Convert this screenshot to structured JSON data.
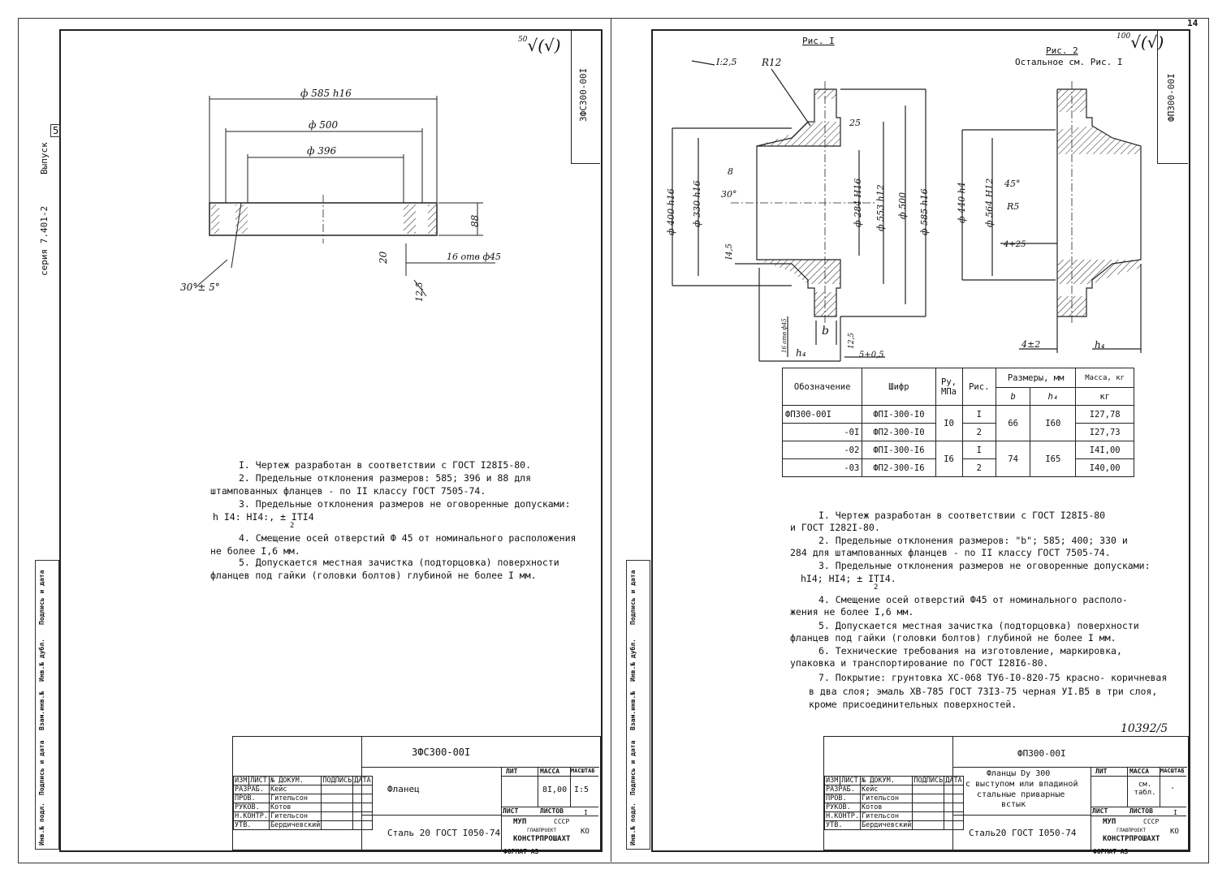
{
  "corner_number": "14",
  "left_margin": {
    "series": "серия 7.401-2",
    "issue_label": "Выпуск",
    "issue_number": "5",
    "stamp_fields": [
      "Инв.№ подл.",
      "Подпись и дата",
      "Взам.инв.№",
      "Инв.№ дубл.",
      "Подпись и дата"
    ]
  },
  "sheet1": {
    "side_code": "3ФС300-00I",
    "roughness": "50",
    "dims": {
      "d_outer": "ф 585 h16",
      "d_mid": "ф 500",
      "d_inner": "ф 396",
      "height": "88",
      "bevel": "20",
      "chamfer_angle": "30°± 5°",
      "holes": "16 отв ф45",
      "rad": "12,5"
    },
    "notes": [
      "I. Чертеж разработан в соответствии с ГОСТ I28I5-80.",
      "2. Предельные отклонения размеров: 585; 396 и 88 для",
      "штампованных фланцев - по II классу ГОСТ 7505-74.",
      "3. Предельные отклонения размеров не оговоренные допусками:",
      "h I4: HI4:, ± IТI4",
      "2",
      "4. Смещение осей отверстий Ф 45 от номинального расположения",
      "не более I,6 мм.",
      "5. Допускается местная зачистка (подторцовка) поверхности",
      "фланцев под гайки (головки болтов) глубиной не более I мм."
    ],
    "title_block": {
      "designation": "3ФС300-00I",
      "name": "Фланец",
      "material": "Сталь 20 ГОСТ I050-74",
      "mass": "8I,00",
      "scale": "I:5",
      "headers": {
        "lit": "ЛИТ",
        "mass": "МАССА",
        "scale": "МАСШТАБ",
        "sheet": "ЛИСТ",
        "sheets": "ЛИСТОВ",
        "sheets_count": "I"
      },
      "org": [
        "МУП",
        "СССР",
        "ГЛАВПРОЕКТ",
        "КОНСТРПРОШАХТ"
      ],
      "org_code": "КО",
      "format": "ФОРМАТ А3",
      "staff_headers": [
        "ИЗМ",
        "ЛИСТ",
        "№ ДОКУМ.",
        "ПОДПИСЬ",
        "ДАТА"
      ],
      "staff": [
        {
          "role": "РАЗРАБ.",
          "name": "Кейс"
        },
        {
          "role": "ПРОВ.",
          "name": "Гительсон"
        },
        {
          "role": "РУКОВ.",
          "name": "Котов"
        },
        {
          "role": "Н.КОНТР.",
          "name": "Гительсон"
        },
        {
          "role": "УТВ.",
          "name": "Бердичевский"
        }
      ]
    }
  },
  "sheet2": {
    "side_code": "ФП300-00I",
    "roughness": "100",
    "fig1_title": "Рис. I",
    "fig2_title": "Рис. 2",
    "fig2_subtitle": "Остальное см. Рис. I",
    "fig1_dims": [
      "I:2,5",
      "R12",
      "25",
      "ф 400 h16",
      "ф 330 h16",
      "8",
      "30°",
      "ф 284 H16",
      "ф 553 h12",
      "ф 500",
      "ф 585 h16",
      "I4,5",
      "16 отв ф45",
      "b",
      "h₄",
      "12,5",
      "5+0,5"
    ],
    "fig2_dims": [
      "ф 440 h4",
      "ф 564 H12",
      "45°",
      "R5",
      "4+25",
      "4±2",
      "h₄"
    ],
    "table": {
      "headers": [
        "Обозначение",
        "Шифр",
        "Pу, МПа",
        "Рис.",
        "Размеры, мм",
        "Масса, кг"
      ],
      "subheaders": [
        "b",
        "h₄"
      ],
      "mass_unit": "кг",
      "rows": [
        [
          "ФП300-00I",
          "ФПI-300-I0",
          "I0",
          "I",
          "66",
          "I60",
          "I27,78"
        ],
        [
          "-0I",
          "ФП2-300-I0",
          "",
          "2",
          "",
          "",
          "I27,73"
        ],
        [
          "-02",
          "ФПI-300-I6",
          "I6",
          "I",
          "74",
          "I65",
          "I4I,00"
        ],
        [
          "-03",
          "ФП2-300-I6",
          "",
          "2",
          "",
          "",
          "I40,00"
        ]
      ]
    },
    "notes": [
      "I. Чертеж разработан в соответствии с ГОСТ I28I5-80",
      "и ГОСТ I282I-80.",
      "2. Предельные отклонения размеров: \"b\"; 585; 400; 330 и",
      "284 для штампованных фланцев - по II классу ГОСТ 7505-74.",
      "3. Предельные отклонения размеров не оговоренные допусками:",
      "hI4; HI4; ± IТI4.",
      "2",
      "4. Смещение осей отверстий Ф45 от номинального располо-",
      "жения не более I,6 мм.",
      "5. Допускается местная зачистка (подторцовка) поверхности",
      "фланцев под гайки (головки болтов) глубиной не более I мм.",
      "6. Технические требования на изготовление, маркировка,",
      "упаковка и транспортирование по ГОСТ I28I6-80.",
      "7. Покрытие: грунтовка ХС-068 ТУ6-I0-820-75 красно- коричневая",
      "в два слоя; эмаль ХВ-785 ГОСТ 73I3-75 черная УI.В5 в три слоя,",
      "кроме присоединительных поверхностей."
    ],
    "archive_number": "10392/5",
    "title_block": {
      "designation": "ФП300-00I",
      "name_lines": [
        "Фланцы Dу 300",
        "с выступом или впадиной",
        "стальные приварные",
        "встык"
      ],
      "material": "Сталь20 ГОСТ I050-74",
      "mass": "см. табл.",
      "scale": "-",
      "headers": {
        "lit": "ЛИТ",
        "mass": "МАССА",
        "scale": "МАСШТАБ",
        "sheet": "ЛИСТ",
        "sheets": "ЛИСТОВ",
        "sheets_count": "I"
      },
      "org": [
        "МУП",
        "СССР",
        "ГЛАВПРОЕКТ",
        "КОНСТРПРОШАХТ"
      ],
      "org_code": "КО",
      "format": "ФОРМАТ А3",
      "staff_headers": [
        "ИЗМ",
        "ЛИСТ",
        "№ ДОКУМ.",
        "ПОДПИСЬ",
        "ДАТА"
      ],
      "staff": [
        {
          "role": "РАЗРАБ.",
          "name": "Кейс"
        },
        {
          "role": "ПРОВ.",
          "name": "Гительсон"
        },
        {
          "role": "РУКОВ.",
          "name": "Котов"
        },
        {
          "role": "Н.КОНТР.",
          "name": "Гительсон"
        },
        {
          "role": "УТВ.",
          "name": "Бердичевский"
        }
      ]
    }
  }
}
